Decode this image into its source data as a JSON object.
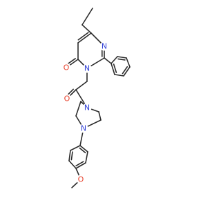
{
  "diagram": {
    "type": "chemical-structure",
    "atoms": [
      {
        "id": "o_carbonyl_ring",
        "symbol": "O",
        "color": "#e8402b"
      },
      {
        "id": "n_ring_upper",
        "symbol": "N",
        "color": "#2f3fd6"
      },
      {
        "id": "n_ring_lower",
        "symbol": "N",
        "color": "#2f3fd6"
      },
      {
        "id": "o_amide",
        "symbol": "O",
        "color": "#e8402b"
      },
      {
        "id": "n_piperazine_top",
        "symbol": "N",
        "color": "#2f3fd6"
      },
      {
        "id": "n_piperazine_bottom",
        "symbol": "N",
        "color": "#2f3fd6"
      },
      {
        "id": "o_methoxy",
        "symbol": "O",
        "color": "#e8402b"
      }
    ]
  }
}
